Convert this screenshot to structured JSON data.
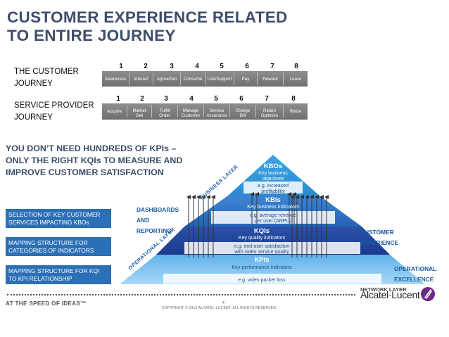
{
  "title": {
    "line1": "CUSTOMER EXPERIENCE RELATED",
    "line2": "TO ENTIRE JOURNEY"
  },
  "customer_journey": {
    "label_line1": "THE CUSTOMER",
    "label_line2": "JOURNEY",
    "numbers": [
      "1",
      "2",
      "3",
      "4",
      "5",
      "6",
      "7",
      "8"
    ],
    "steps": [
      "Awareness",
      "Interact",
      "Agree/Get",
      "Consume",
      "Use/Support",
      "Pay",
      "Reward",
      "Leave"
    ]
  },
  "provider_journey": {
    "label_line1": "SERVICE PROVIDER",
    "label_line2": "JOURNEY",
    "numbers": [
      "1",
      "2",
      "3",
      "4",
      "5",
      "6",
      "7",
      "8"
    ],
    "steps": [
      [
        "Acquire"
      ],
      [
        "Market",
        "Sell"
      ],
      [
        "Fulfill",
        "Order"
      ],
      [
        "Manage",
        "Customer"
      ],
      [
        "Service",
        "Assurance"
      ],
      [
        "Charge",
        "Bill"
      ],
      [
        "Retain",
        "Optimize"
      ],
      [
        "Retire"
      ]
    ]
  },
  "subhead": {
    "line1": "YOU DON’T NEED HUNDREDS OF KPIs –",
    "line2": "ONLY THE RIGHT KQIs TO MEASURE AND",
    "line3": "IMPROVE CUSTOMER SATISFACTION"
  },
  "left_boxes": [
    {
      "line1": "SELECTION OF KEY CUSTOMER",
      "line2": "SERVICES IMPACTING KBOs"
    },
    {
      "line1": "MAPPING STRUCTURE FOR",
      "line2": "CATEGORIES OF INDICATORS"
    },
    {
      "line1": "MAPPING STRUCTURE FOR KQI",
      "line2": "TO KPI RELATIONSHIP"
    }
  ],
  "dashboards": {
    "line1": "DASHBOARDS",
    "line2": "AND",
    "line3": "REPORTING"
  },
  "layers": {
    "business": "BUSINESS LAYER",
    "operational": "OPERATIONAL LAYER",
    "network": "NETWORK LAYER"
  },
  "side_labels": {
    "customer_experience_1": "CUSTOMER",
    "customer_experience_2": "EXPERIENCE",
    "operational_excellence_1": "OPERATIONAL",
    "operational_excellence_2": "EXCELLENCE"
  },
  "pyramid": {
    "kbo": {
      "head": "KBOs",
      "line1": "Key business",
      "line2": "objectives",
      "example1": "e.g. increased",
      "example2": "profitability"
    },
    "kbi": {
      "head": "KBIs",
      "line1": "Key business indicators",
      "example1": "e.g. average revenue",
      "example2": "per user (ARPU)"
    },
    "kqi": {
      "head": "KQIs",
      "line1": "Key quality indicators",
      "example1": "e.g. end-user satisfaction",
      "example2": "with video service quality"
    },
    "kpi": {
      "head": "KPIs",
      "line1": "Key performance indicators",
      "example1": "e.g. video packet loss"
    }
  },
  "footer": {
    "tagline": "AT THE SPEED OF IDEAS™",
    "page": "4",
    "copyright": "COPYRIGHT © 2012 ALCATEL-LUCENT.  ALL RIGHTS RESERVED.",
    "logo": "Alcatel·Lucent"
  },
  "colors": {
    "title": "#3d4e68",
    "box_blue": "#2b70b6",
    "layer_label": "#1b5aa0",
    "kbo_tier": "#1d8fd4",
    "kbi_tier": "#2f6fc0",
    "kqi_tier": "#1f3f96",
    "kpi_tier": "#4a9fe0",
    "logo_mark": "#6c2b87"
  }
}
